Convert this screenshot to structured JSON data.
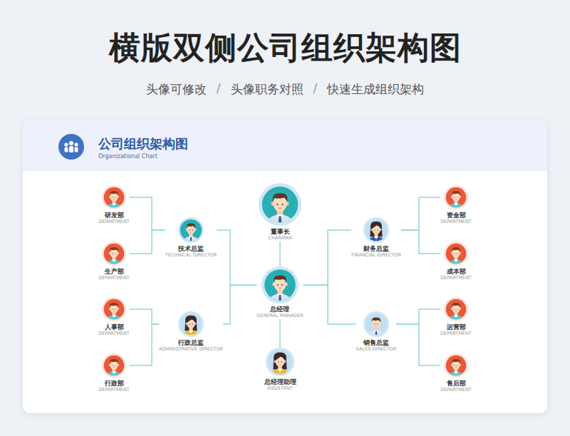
{
  "diagram": {
    "title": "横版双侧公司组织架构图",
    "nodes": [
      {
        "text": [
          "董事长",
          "CHARMAN"
        ]
      },
      {
        "text": [
          "总经理",
          "GENERAL MANAGER"
        ]
      },
      {
        "text": [
          "总经理助理",
          "ASSISTANT"
        ]
      },
      {
        "text": [
          "技术总监",
          "TECHNICAL DIRECTOR"
        ]
      },
      {
        "text": [
          "行政总监",
          "ADMINISTRATIVE DIRECTOR"
        ]
      },
      {
        "text": [
          "财务总监",
          "FINANCIAL DIRECTOR"
        ]
      },
      {
        "text": [
          "销售总监",
          "SALES DIRECTOR"
        ]
      },
      {
        "text": [
          "研发部",
          "DEPARTMENT"
        ]
      },
      {
        "text": [
          "生产部",
          "DEPARTMENT"
        ]
      },
      {
        "text": [
          "人事部",
          "DEPARTMENT"
        ]
      },
      {
        "text": [
          "行政部",
          "DEPARTMENT"
        ]
      },
      {
        "text": [
          "资金部",
          "DEPARTMENT"
        ]
      },
      {
        "text": [
          "成本部",
          "DEPARTMENT"
        ]
      },
      {
        "text": [
          "运营部",
          "DEPARTMENT"
        ]
      },
      {
        "text": [
          "售后部",
          "DEPARTMENT"
        ]
      }
    ],
    "edges": [
      {
        "from": 0,
        "to": 1,
        "arrow": "none"
      },
      {
        "from": 1,
        "to": 2,
        "arrow": "none"
      },
      {
        "from": 1,
        "to": 3,
        "arrow": "none"
      },
      {
        "from": 1,
        "to": 4,
        "arrow": "none"
      },
      {
        "from": 1,
        "to": 5,
        "arrow": "none"
      },
      {
        "from": 1,
        "to": 6,
        "arrow": "none"
      },
      {
        "from": 3,
        "to": 7,
        "arrow": "none"
      },
      {
        "from": 3,
        "to": 8,
        "arrow": "none"
      },
      {
        "from": 4,
        "to": 9,
        "arrow": "none"
      },
      {
        "from": 4,
        "to": 10,
        "arrow": "none"
      },
      {
        "from": 5,
        "to": 11,
        "arrow": "none"
      },
      {
        "from": 5,
        "to": 12,
        "arrow": "none"
      },
      {
        "from": 6,
        "to": 13,
        "arrow": "none"
      },
      {
        "from": 6,
        "to": 14,
        "arrow": "none"
      }
    ],
    "labels": [
      "公司组织架构图",
      "Organizational Chart",
      "头像可修改",
      "/",
      "头像职务对照",
      "/",
      "快速生成组织架构"
    ]
  }
}
